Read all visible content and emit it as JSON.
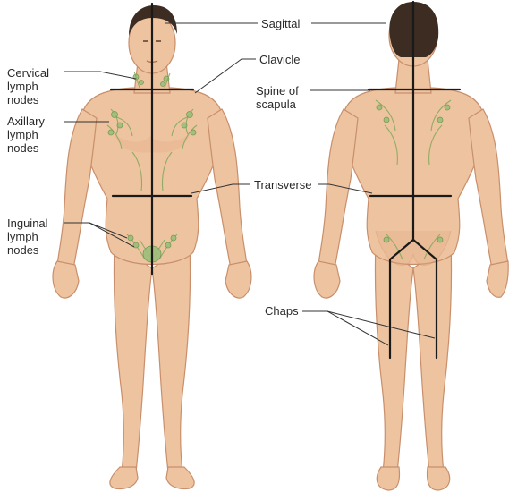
{
  "labels": {
    "sagittal": "Sagittal",
    "clavicle": "Clavicle",
    "cervical": [
      "Cervical",
      "lymph",
      "nodes"
    ],
    "axillary": [
      "Axillary",
      "lymph",
      "nodes"
    ],
    "inguinal": [
      "Inguinal",
      "lymph",
      "nodes"
    ],
    "spine_of_scapula": [
      "Spine of",
      "scapula"
    ],
    "transverse": "Transverse",
    "chaps": "Chaps"
  },
  "colors": {
    "skin": "#eec39f",
    "skin_outline": "#c98f6c",
    "hair": "#3c2c22",
    "lymph": "#9bbf7a",
    "incision": "#1a1a1a"
  }
}
